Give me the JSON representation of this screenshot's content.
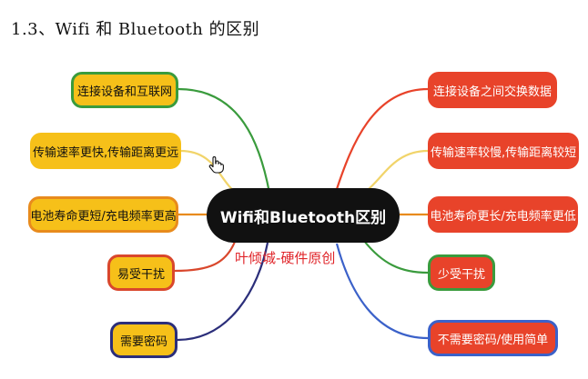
{
  "title": "1.3、Wifi 和 Bluetooth 的区别",
  "center": {
    "label": "Wifi和Bluetooth区别"
  },
  "watermark": "叶倾城-硬件原创",
  "left_branches": [
    {
      "label": "连接设备和互联网",
      "color": "#3a9b3d"
    },
    {
      "label": "传输速率更快,传输距离更远",
      "color": "#f6c019"
    },
    {
      "label": "电池寿命更短/充电频率更高",
      "color": "#e88b1d"
    },
    {
      "label": "易受干扰",
      "color": "#d9472c"
    },
    {
      "label": "需要密码",
      "color": "#2b2e7a"
    }
  ],
  "right_branches": [
    {
      "label": "连接设备之间交换数据",
      "color": "#e8432a"
    },
    {
      "label": "传输速率较慢,传输距离较短",
      "color": "#f6c019"
    },
    {
      "label": "电池寿命更长/充电频率更低",
      "color": "#e88b1d"
    },
    {
      "label": "少受干扰",
      "color": "#3a9b3d"
    },
    {
      "label": "不需要密码/使用简单",
      "color": "#3b61c9"
    }
  ],
  "colors": {
    "center_bg": "#111111",
    "left_node_fill": "#f6c019",
    "right_node_fill": "#e8432a",
    "watermark": "#e0252a"
  },
  "icons": {
    "cursor": "hand-pointer-icon"
  }
}
